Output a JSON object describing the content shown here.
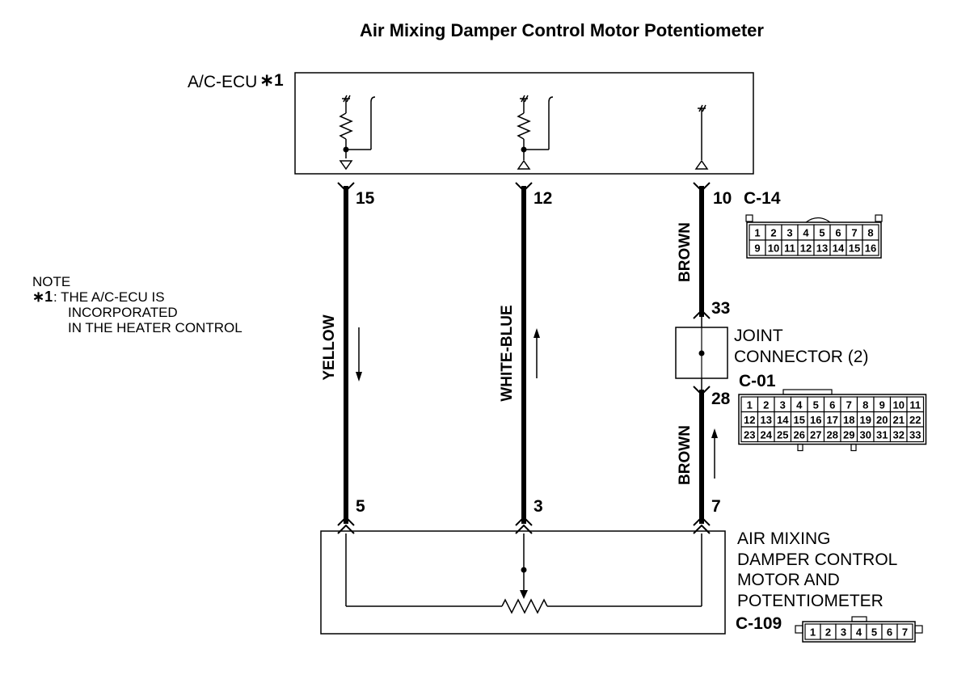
{
  "title": "Air Mixing Damper Control Motor Potentiometer",
  "ecu": {
    "label": "A/C-ECU",
    "mark": "∗1"
  },
  "note": {
    "heading": "NOTE",
    "mark": "∗1",
    "lines": [
      ": THE A/C-ECU IS",
      "INCORPORATED",
      "IN THE HEATER CONTROL"
    ]
  },
  "wires": [
    {
      "color_name": "YELLOW",
      "ecu_pin": "15",
      "device_pin": "5",
      "flow": "down"
    },
    {
      "color_name": "WHITE-BLUE",
      "ecu_pin": "12",
      "device_pin": "3",
      "flow": "up"
    },
    {
      "color_name": "BROWN",
      "ecu_pin": "10",
      "joint_in_pin": "33",
      "joint_out_pin": "28",
      "lower_color_name": "BROWN",
      "device_pin": "7",
      "flow": "up"
    }
  ],
  "connectors": {
    "c14": {
      "id": "C-14",
      "rows": [
        [
          "1",
          "2",
          "3",
          "4",
          "5",
          "6",
          "7",
          "8"
        ],
        [
          "9",
          "10",
          "11",
          "12",
          "13",
          "14",
          "15",
          "16"
        ]
      ]
    },
    "c01": {
      "id": "C-01",
      "rows": [
        [
          "1",
          "2",
          "3",
          "4",
          "5",
          "6",
          "7",
          "8",
          "9",
          "10",
          "11"
        ],
        [
          "12",
          "13",
          "14",
          "15",
          "16",
          "17",
          "18",
          "19",
          "20",
          "21",
          "22"
        ],
        [
          "23",
          "24",
          "25",
          "26",
          "27",
          "28",
          "29",
          "30",
          "31",
          "32",
          "33"
        ]
      ]
    },
    "c109": {
      "id": "C-109",
      "rows": [
        [
          "1",
          "2",
          "3",
          "4",
          "5",
          "6",
          "7"
        ]
      ]
    }
  },
  "joint": {
    "lines": [
      "JOINT",
      "CONNECTOR (2)"
    ]
  },
  "device": {
    "lines": [
      "AIR MIXING",
      "DAMPER CONTROL",
      "MOTOR AND",
      "POTENTIOMETER"
    ]
  },
  "colors": {
    "line": "#000000",
    "background": "#ffffff"
  }
}
